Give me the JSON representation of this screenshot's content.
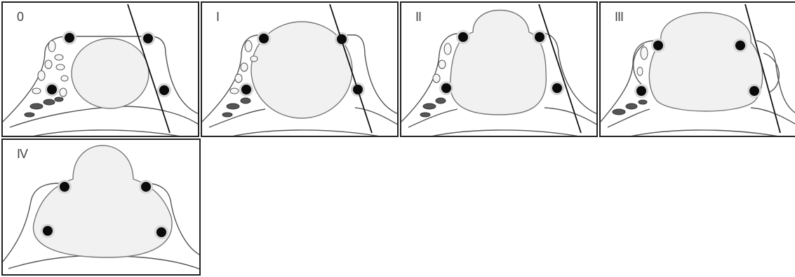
{
  "panels": [
    {
      "grade": "0"
    },
    {
      "grade": "I"
    },
    {
      "grade": "II"
    },
    {
      "grade": "III"
    },
    {
      "grade": "IV"
    }
  ]
}
